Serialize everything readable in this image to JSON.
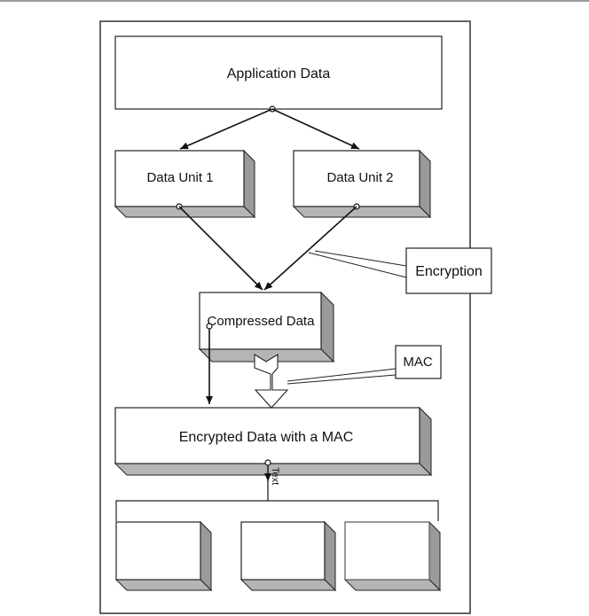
{
  "diagram": {
    "nodes": {
      "application_data": "Application Data",
      "data_unit_1": "Data Unit 1",
      "data_unit_2": "Data Unit 2",
      "compressed_data": "Compressed Data",
      "encrypted_data": "Encrypted Data with a MAC"
    },
    "callouts": {
      "encryption": "Encryption",
      "mac": "MAC"
    },
    "connector_label": "Text"
  }
}
